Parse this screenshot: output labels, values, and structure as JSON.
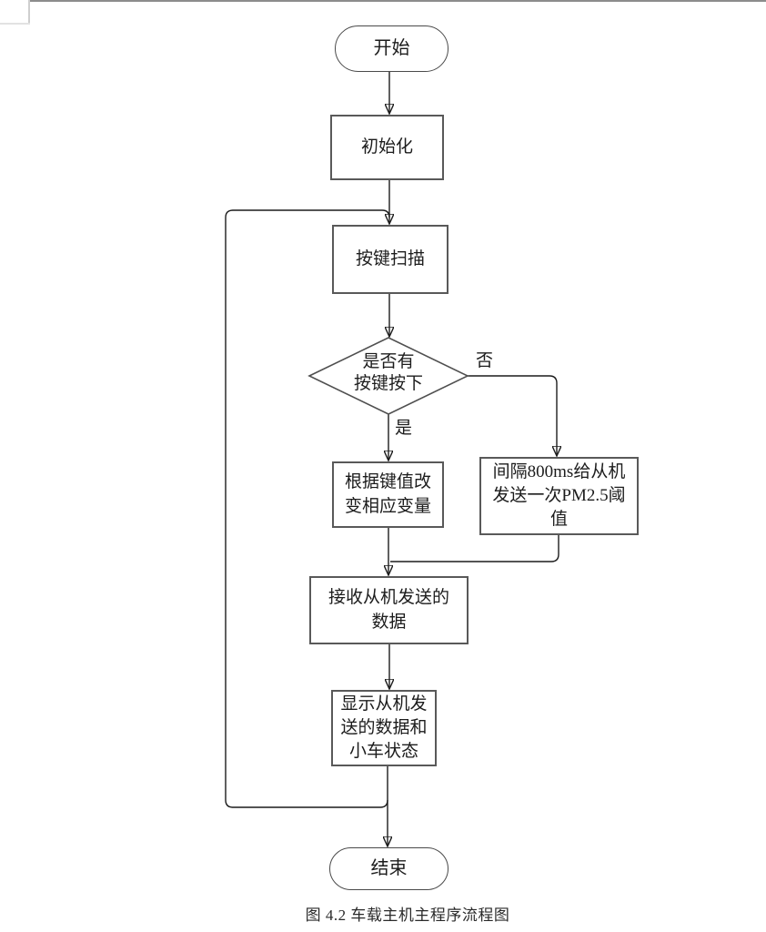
{
  "figure": {
    "caption": "图 4.2 车载主机主程序流程图"
  },
  "flowchart": {
    "nodes": {
      "start": {
        "type": "terminator",
        "label": "开始"
      },
      "init": {
        "type": "process",
        "label": "初始化"
      },
      "key_scan": {
        "type": "process",
        "label": "按键扫描"
      },
      "key_pressed": {
        "type": "decision",
        "label": "是否有\n按键按下"
      },
      "update_vars": {
        "type": "process",
        "label": "根据键值改\n变相应变量"
      },
      "send_threshold": {
        "type": "process",
        "label": "间隔800ms给从机\n发送一次PM2.5阈\n值"
      },
      "receive_data": {
        "type": "process",
        "label": "接收从机发送的\n数据"
      },
      "display_data": {
        "type": "process",
        "label": "显示从机发\n送的数据和\n小车状态"
      },
      "end": {
        "type": "terminator",
        "label": "结束"
      }
    },
    "edge_labels": {
      "yes": "是",
      "no": "否"
    },
    "colors": {
      "line": "#1c1c1c",
      "node_border": "#595959",
      "text": "#1c1c1c"
    }
  }
}
